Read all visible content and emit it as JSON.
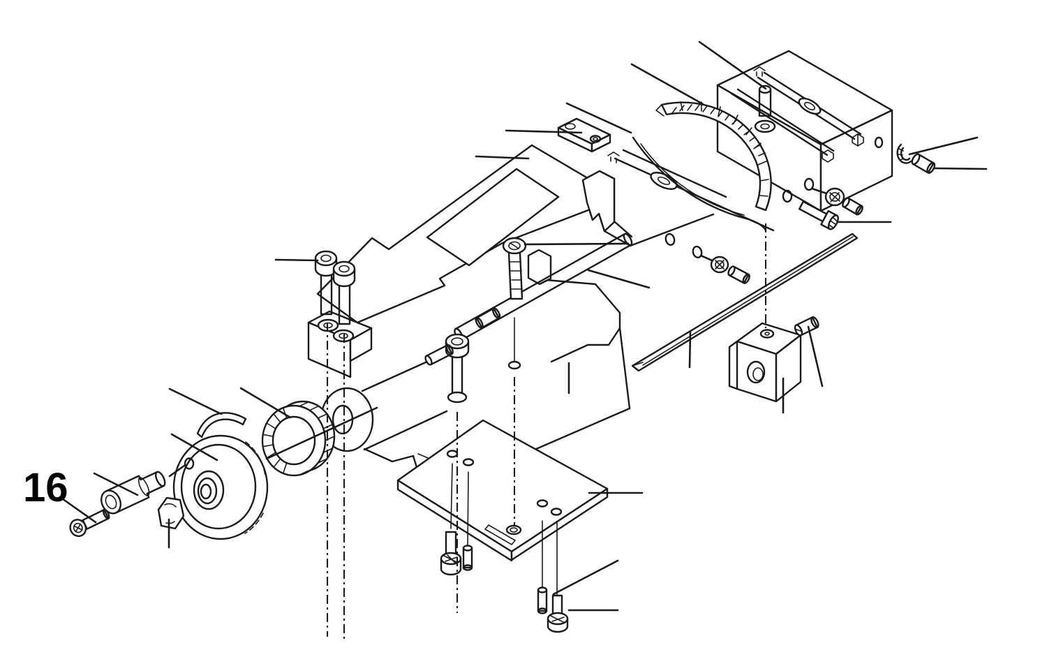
{
  "figure": {
    "type": "exploded-parts-diagram",
    "subject": "lathe cross-slide / compound slide assembly",
    "part_label": "16"
  },
  "colors": {
    "background": "#ffffff",
    "line": "#1a1a1a",
    "label_text": "#000000"
  },
  "parts": [
    "socket-head-screw-16",
    "handle-sleeve",
    "hex-nut",
    "handwheel",
    "retaining-ring",
    "knurled-dial",
    "slide-body",
    "cap-screw-left-pair",
    "cover-plate",
    "cap-screw-center",
    "lead-screw",
    "set-screw",
    "vertical-cap-screw",
    "bottom-plate",
    "spring-screws",
    "clamp-plate",
    "top-slide-table",
    "t-slot-stud",
    "swivel-protractor",
    "saddle",
    "gib-strip",
    "nut-block",
    "dowel-pin",
    "lock-washer",
    "adjusting-screws"
  ]
}
